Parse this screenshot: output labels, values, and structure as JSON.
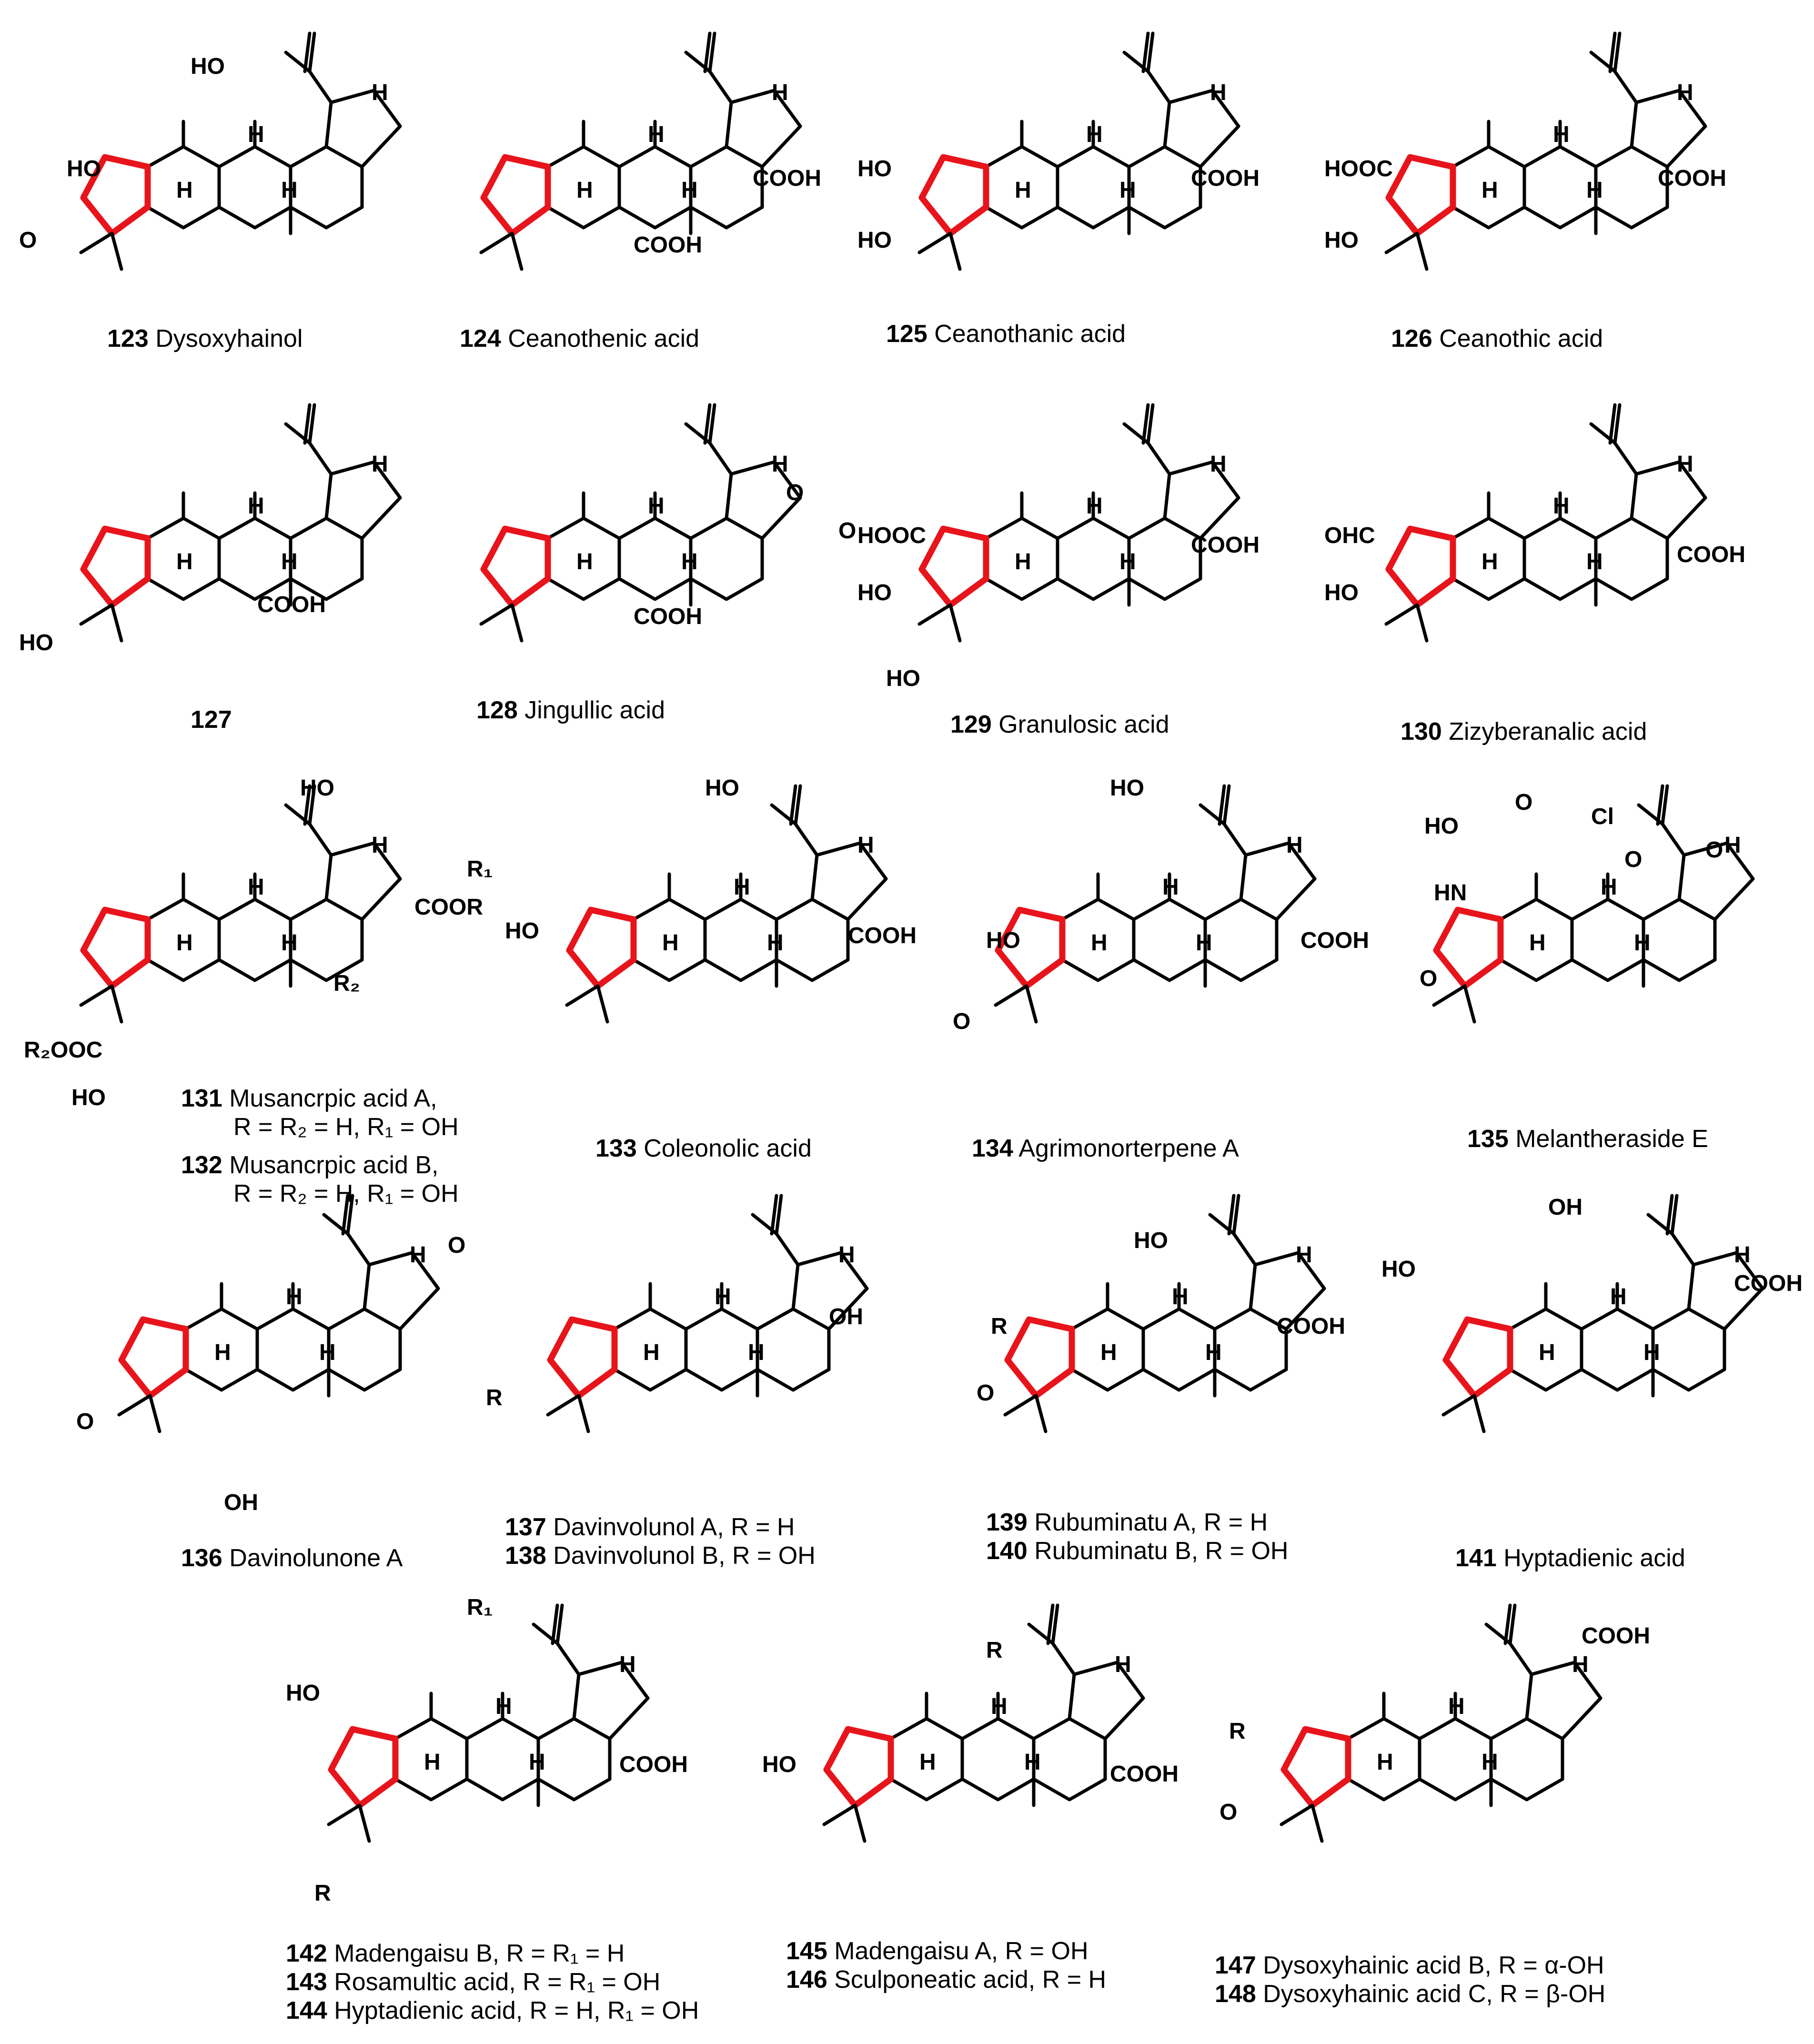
{
  "compounds": [
    {
      "num": "123",
      "name": "Dysoxyhainol"
    },
    {
      "num": "124",
      "name": "Ceanothenic acid"
    },
    {
      "num": "125",
      "name": "Ceanothanic acid"
    },
    {
      "num": "126",
      "name": "Ceanothic acid"
    },
    {
      "num": "127",
      "name": ""
    },
    {
      "num": "128",
      "name": "Jingullic acid"
    },
    {
      "num": "129",
      "name": "Granulosic acid"
    },
    {
      "num": "130",
      "name": "Zizyberanalic acid"
    },
    {
      "num": "131",
      "name": "Musancrpic acid A,"
    },
    {
      "num": "132",
      "name": "Musancrpic acid B,"
    },
    {
      "num": "133",
      "name": "Coleonolic acid"
    },
    {
      "num": "134",
      "name": "Agrimonorterpene A"
    },
    {
      "num": "135",
      "name": "Melantheraside E"
    },
    {
      "num": "136",
      "name": "Davinolunone A"
    },
    {
      "num": "137",
      "name": "Davinvolunol A, R = H"
    },
    {
      "num": "138",
      "name": "Davinvolunol B, R = OH"
    },
    {
      "num": "139",
      "name": "Rubuminatu A, R = H"
    },
    {
      "num": "140",
      "name": "Rubuminatu B, R = OH"
    },
    {
      "num": "141",
      "name": "Hyptadienic acid"
    },
    {
      "num": "142",
      "name": "Madengaisu B, R = R₁ = H"
    },
    {
      "num": "143",
      "name": "Rosamultic acid, R = R₁ = OH"
    },
    {
      "num": "144",
      "name": "Hyptadienic acid, R = H, R₁ = OH"
    },
    {
      "num": "145",
      "name": "Madengaisu A, R = OH"
    },
    {
      "num": "146",
      "name": "Sculponeatic acid, R = H"
    },
    {
      "num": "147",
      "name": "Dysoxyhainic acid B, R = α-OH"
    },
    {
      "num": "148",
      "name": "Dysoxyhainic acid C, R = β-OH"
    }
  ],
  "sub_captions": {
    "c131": "R = R₂ = H, R₁ = OH",
    "c132": "R = R₂ = H, R₁ = OH"
  },
  "atom_labels": {
    "HO": "HO",
    "OH": "OH",
    "H": "H",
    "O": "O",
    "COOH": "COOH",
    "HOOC": "HOOC",
    "OHC": "OHC",
    "R": "R",
    "R1": "R₁",
    "R2": "R₂",
    "COOR": "COOR",
    "R2OOC": "R₂OOC",
    "Cl": "Cl",
    "HN": "HN"
  },
  "colors": {
    "highlight_ring": "#e8141b",
    "bond": "#000000"
  }
}
